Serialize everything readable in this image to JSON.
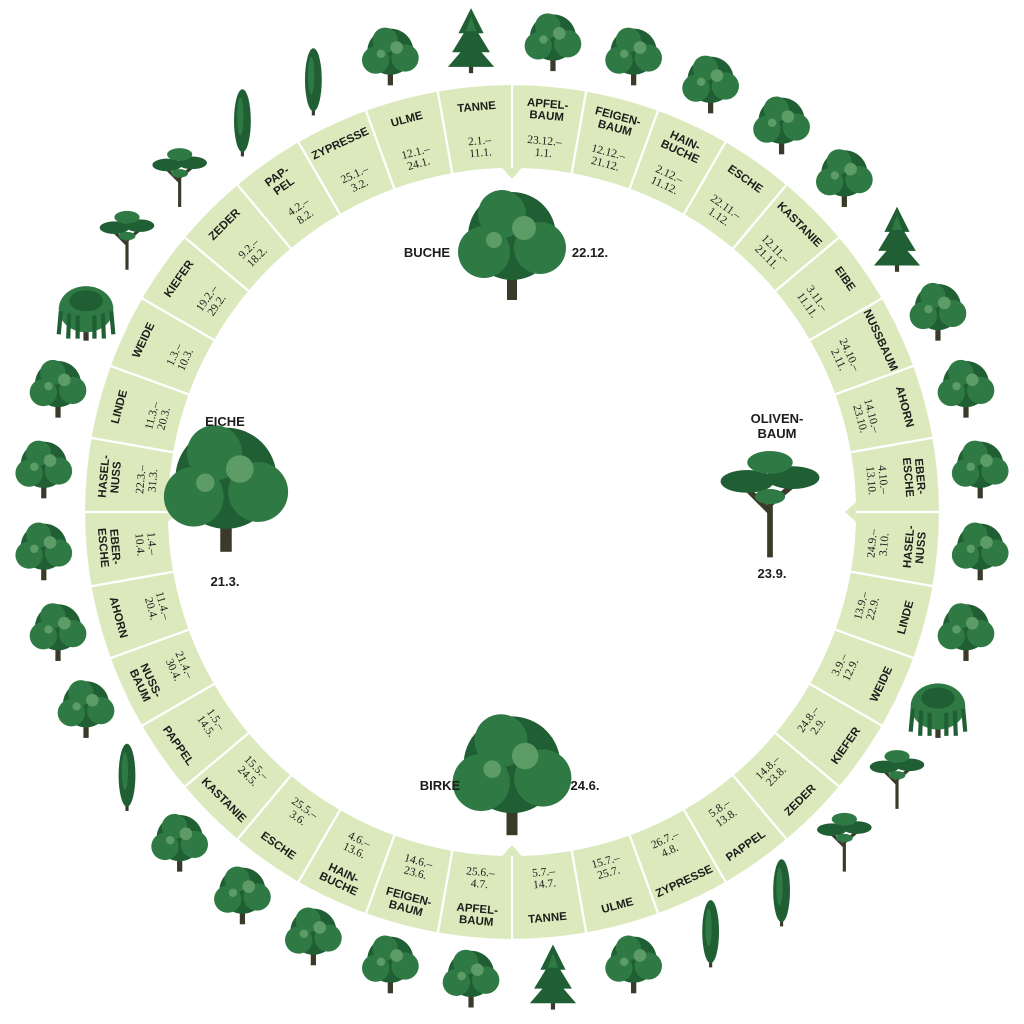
{
  "colors": {
    "ring_fill": "#dbe9bd",
    "ring_stroke": "#ffffff",
    "tree_dark": "#1f5f33",
    "tree_mid": "#2f7a44",
    "tree_light": "#5e9c67",
    "trunk": "#3b3a2a"
  },
  "cardinal_trees": [
    {
      "name": "BUCHE",
      "date": "22.12.",
      "icon": "beech-tree-icon"
    },
    {
      "name": "EICHE",
      "date": "21.3.",
      "icon": "oak-tree-icon"
    },
    {
      "name": "OLIVEN-\nBAUM",
      "date": "23.9.",
      "icon": "olive-tree-icon"
    },
    {
      "name": "BIRKE",
      "date": "24.6.",
      "icon": "birch-tree-icon"
    }
  ],
  "segments": [
    {
      "name": "APFEL-\nBAUM",
      "dates": "23.12.–\n1.1."
    },
    {
      "name": "FEIGEN-\nBAUM",
      "dates": "12.12.–\n21.12."
    },
    {
      "name": "HAIN-\nBUCHE",
      "dates": "2.12.–\n11.12."
    },
    {
      "name": "ESCHE",
      "dates": "22.11.–\n1.12."
    },
    {
      "name": "KASTANIE",
      "dates": "12.11.–\n21.11."
    },
    {
      "name": "EIBE",
      "dates": "3.11.–\n11.11."
    },
    {
      "name": "NUSSBAUM",
      "dates": "24.10.–\n2.11."
    },
    {
      "name": "AHORN",
      "dates": "14.10.–\n23.10."
    },
    {
      "name": "EBER-\nESCHE",
      "dates": "4.10.–\n13.10."
    },
    {
      "name": "HASEL-\nNUSS",
      "dates": "24.9.–\n3.10."
    },
    {
      "name": "LINDE",
      "dates": "13.9.–\n22.9."
    },
    {
      "name": "WEIDE",
      "dates": "3.9.–\n12.9."
    },
    {
      "name": "KIEFER",
      "dates": "24.8.–\n2.9."
    },
    {
      "name": "ZEDER",
      "dates": "14.8.–\n23.8."
    },
    {
      "name": "PAPPEL",
      "dates": "5.8.–\n13.8."
    },
    {
      "name": "ZYPRESSE",
      "dates": "26.7.–\n4.8."
    },
    {
      "name": "ULME",
      "dates": "15.7.–\n25.7."
    },
    {
      "name": "TANNE",
      "dates": "5.7.–\n14.7."
    },
    {
      "name": "APFEL-\nBAUM",
      "dates": "25.6.–\n4.7."
    },
    {
      "name": "FEIGEN-\nBAUM",
      "dates": "14.6.–\n23.6."
    },
    {
      "name": "HAIN-\nBUCHE",
      "dates": "4.6.–\n13.6."
    },
    {
      "name": "ESCHE",
      "dates": "25.5.–\n3.6."
    },
    {
      "name": "KASTANIE",
      "dates": "15.5.–\n24.5."
    },
    {
      "name": "PAPPEL",
      "dates": "1.5.–\n14.5."
    },
    {
      "name": "NUSS-\nBAUM",
      "dates": "21.4.–\n30.4."
    },
    {
      "name": "AHORN",
      "dates": "11.4.–\n20.4."
    },
    {
      "name": "EBER-\nESCHE",
      "dates": "1.4.–\n10.4."
    },
    {
      "name": "HASEL-\nNUSS",
      "dates": "22.3.–\n31.3."
    },
    {
      "name": "LINDE",
      "dates": "11.3.–\n20.3."
    },
    {
      "name": "WEIDE",
      "dates": "1.3.–\n10.3."
    },
    {
      "name": "KIEFER",
      "dates": "19.2.–\n29.2."
    },
    {
      "name": "ZEDER",
      "dates": "9.2.–\n18.2."
    },
    {
      "name": "PAP-\nPEL",
      "dates": "4.2.–\n8.2."
    },
    {
      "name": "ZYPRESSE",
      "dates": "25.1.–\n3.2."
    },
    {
      "name": "ULME",
      "dates": "12.1.–\n24.1."
    },
    {
      "name": "TANNE",
      "dates": "2.1.–\n11.1."
    }
  ],
  "outer_trees": [
    {
      "icon": "deciduous-tree-icon",
      "shape": "round"
    },
    {
      "icon": "deciduous-tree-icon",
      "shape": "round"
    },
    {
      "icon": "deciduous-tree-icon",
      "shape": "round"
    },
    {
      "icon": "ash-tree-icon",
      "shape": "round"
    },
    {
      "icon": "chestnut-tree-icon",
      "shape": "round"
    },
    {
      "icon": "yew-tree-icon",
      "shape": "conifer"
    },
    {
      "icon": "walnut-tree-icon",
      "shape": "round"
    },
    {
      "icon": "maple-tree-icon",
      "shape": "round"
    },
    {
      "icon": "rowan-tree-icon",
      "shape": "round"
    },
    {
      "icon": "hazel-tree-icon",
      "shape": "round"
    },
    {
      "icon": "linden-tree-icon",
      "shape": "round"
    },
    {
      "icon": "willow-tree-icon",
      "shape": "weeping"
    },
    {
      "icon": "pine-tree-icon",
      "shape": "umbrella"
    },
    {
      "icon": "cedar-tree-icon",
      "shape": "umbrella"
    },
    {
      "icon": "poplar-tree-icon",
      "shape": "column"
    },
    {
      "icon": "cypress-tree-icon",
      "shape": "column"
    },
    {
      "icon": "elm-tree-icon",
      "shape": "round"
    },
    {
      "icon": "fir-tree-icon",
      "shape": "conifer"
    },
    {
      "icon": "apple-tree-icon",
      "shape": "round"
    },
    {
      "icon": "fig-tree-icon",
      "shape": "round"
    },
    {
      "icon": "hornbeam-tree-icon",
      "shape": "round"
    },
    {
      "icon": "ash-tree-icon",
      "shape": "round"
    },
    {
      "icon": "chestnut-tree-icon",
      "shape": "round"
    },
    {
      "icon": "poplar-tree-icon",
      "shape": "column"
    },
    {
      "icon": "walnut-tree-icon",
      "shape": "round"
    },
    {
      "icon": "maple-tree-icon",
      "shape": "round"
    },
    {
      "icon": "rowan-tree-icon",
      "shape": "round"
    },
    {
      "icon": "hazel-tree-icon",
      "shape": "round"
    },
    {
      "icon": "linden-tree-icon",
      "shape": "round"
    },
    {
      "icon": "willow-tree-icon",
      "shape": "weeping"
    },
    {
      "icon": "pine-tree-icon",
      "shape": "umbrella"
    },
    {
      "icon": "cedar-tree-icon",
      "shape": "umbrella"
    },
    {
      "icon": "poplar-tree-icon",
      "shape": "column"
    },
    {
      "icon": "cypress-tree-icon",
      "shape": "column"
    },
    {
      "icon": "elm-tree-icon",
      "shape": "round"
    },
    {
      "icon": "fir-tree-icon",
      "shape": "conifer"
    }
  ]
}
